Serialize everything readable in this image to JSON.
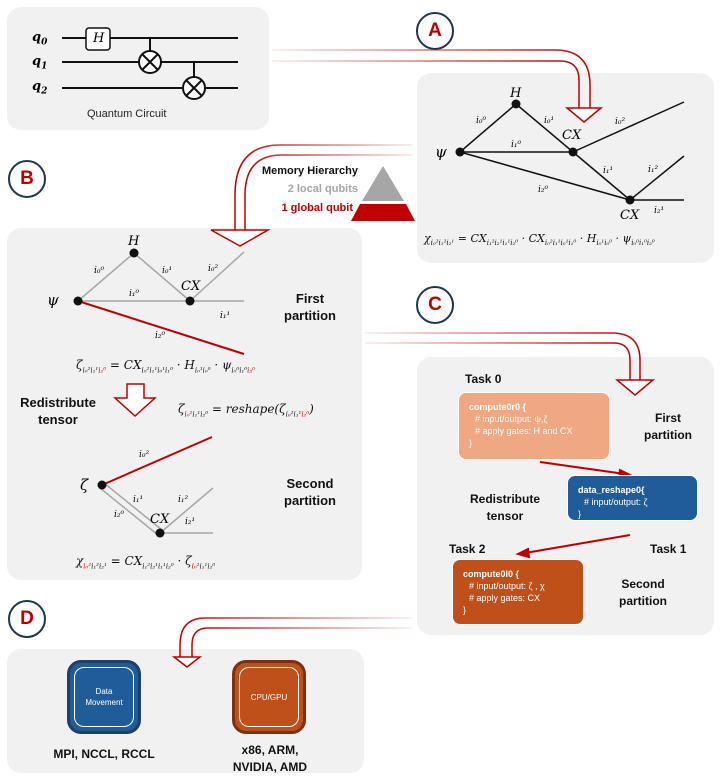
{
  "colors": {
    "accent_red": "#c00000",
    "panel_bg": "#f1f1f1",
    "badge_border": "#1f3550",
    "task0_fill": "#f0a882",
    "task1_fill": "#1f5c99",
    "task2_fill": "#c0501a",
    "data_movement_fill": "#1f5c99",
    "cpu_gpu_fill": "#c0501a",
    "local_qubits_gray": "#a6a6a6"
  },
  "badges": {
    "a": "A",
    "b": "B",
    "c": "C",
    "d": "D"
  },
  "circuit": {
    "qubits": [
      "q0",
      "q1",
      "q2"
    ],
    "gate_h": "H",
    "caption": "Quantum Circuit"
  },
  "tensor_network": {
    "node_psi": "ψ",
    "node_h": "H",
    "node_cx1": "CX",
    "node_cx2": "CX",
    "edge_labels": [
      "i₀⁰",
      "i₀¹",
      "i₁⁰",
      "i₀²",
      "i₁¹",
      "i₂⁰",
      "i₁²",
      "i₂¹"
    ],
    "equation": "χ_{i₀²i₁²i₂¹} = CX_{i₁²i₂¹i₁¹i₂⁰} · CX_{i₀²i₁¹i₀¹i₁⁰} · H_{i₀¹i₀⁰} · ψ_{i₀⁰i₁⁰i₂⁰}"
  },
  "memory_hierarchy": {
    "title": "Memory Hierarchy",
    "local": "2 local qubits",
    "global": "1 global qubit"
  },
  "partition_panel": {
    "first_label": "First partition",
    "second_label": "Second partition",
    "redistribute_label": "Redistribute tensor",
    "first_nodes": {
      "psi": "ψ",
      "h": "H",
      "cx": "CX"
    },
    "first_edges": [
      "i₀⁰",
      "i₀¹",
      "i₀²",
      "i₁⁰",
      "i₁¹",
      "i₂⁰"
    ],
    "first_equation": "ζ_{i₀²i₁¹i₂⁰} = CX_{i₀²i₁¹i₀¹i₁⁰} · H_{i₀¹i₀⁰} · ψ_{i₀⁰i₁⁰i₂⁰}",
    "reshape_equation": "ζ_{i₀²i₁¹i₂⁰} = reshape(ζ_{i₀²i₁¹i₂⁰})",
    "second_nodes": {
      "zeta": "ζ",
      "cx": "CX"
    },
    "second_edges": [
      "i₀²",
      "i₁¹",
      "i₂⁰",
      "i₁²",
      "i₂¹"
    ],
    "second_equation": "χ_{i₀²i₁²i₂¹} = CX_{i₁²i₂¹i₁¹i₂⁰} · ζ_{i₀²i₁¹i₂⁰}"
  },
  "tasks": {
    "task0_label": "Task 0",
    "task1_label": "Task 1",
    "task2_label": "Task 2",
    "first_partition": "First partition",
    "second_partition": "Second partition",
    "redistribute": "Redistribute tensor",
    "task0_code": [
      "compute0r0 {",
      "# input/output: ψ,ζ",
      "# apply gates: H and CX",
      "}"
    ],
    "task1_code": [
      "data_reshape0{",
      "# input/output: ζ",
      "}"
    ],
    "task2_code": [
      "compute0l0 {",
      "# input/output: ζ , χ",
      "# apply gates: CX",
      "}"
    ]
  },
  "hardware": {
    "data_movement": "Data Movement",
    "data_movement_libs": "MPI, NCCL, RCCL",
    "cpu_gpu": "CPU/GPU",
    "cpu_gpu_archs": "x86, ARM, NVIDIA, AMD"
  }
}
